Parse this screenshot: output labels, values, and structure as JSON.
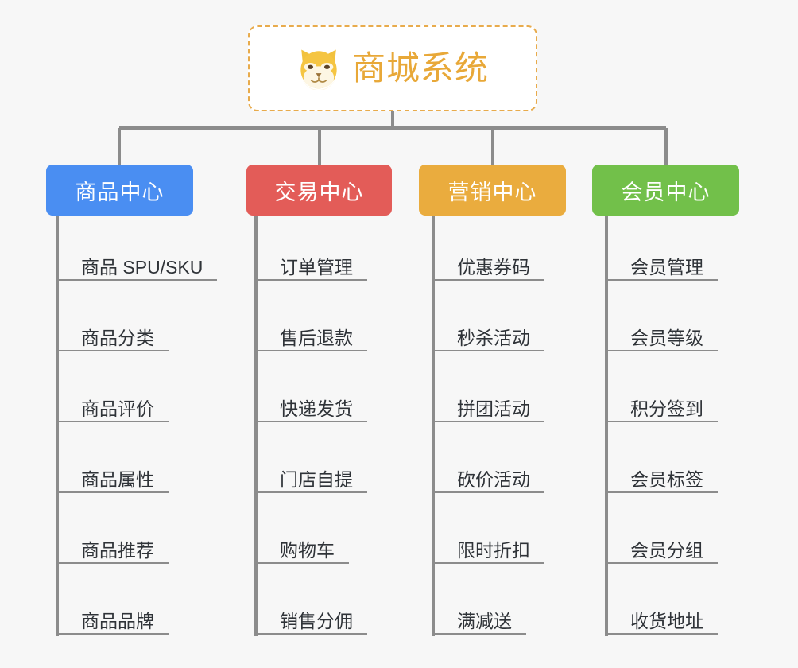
{
  "diagram": {
    "type": "org-chart",
    "background_color": "#f7f7f7",
    "connector_color": "#8c8c8c",
    "root": {
      "title": "商城系统",
      "icon": "shiba-dog-face-icon",
      "text_color": "#e8a838",
      "border_color": "#e8ab4c",
      "border_style": "dashed",
      "background_color": "#ffffff"
    },
    "columns": [
      {
        "id": "product-center",
        "label": "商品中心",
        "color": "#4a8ef2",
        "items": [
          "商品 SPU/SKU",
          "商品分类",
          "商品评价",
          "商品属性",
          "商品推荐",
          "商品品牌"
        ]
      },
      {
        "id": "trade-center",
        "label": "交易中心",
        "color": "#e35c58",
        "items": [
          "订单管理",
          "售后退款",
          "快递发货",
          "门店自提",
          "购物车",
          "销售分佣"
        ]
      },
      {
        "id": "marketing-center",
        "label": "营销中心",
        "color": "#eaac3e",
        "items": [
          "优惠券码",
          "秒杀活动",
          "拼团活动",
          "砍价活动",
          "限时折扣",
          "满减送"
        ]
      },
      {
        "id": "member-center",
        "label": "会员中心",
        "color": "#72c04a",
        "items": [
          "会员管理",
          "会员等级",
          "积分签到",
          "会员标签",
          "会员分组",
          "收货地址"
        ]
      }
    ]
  }
}
